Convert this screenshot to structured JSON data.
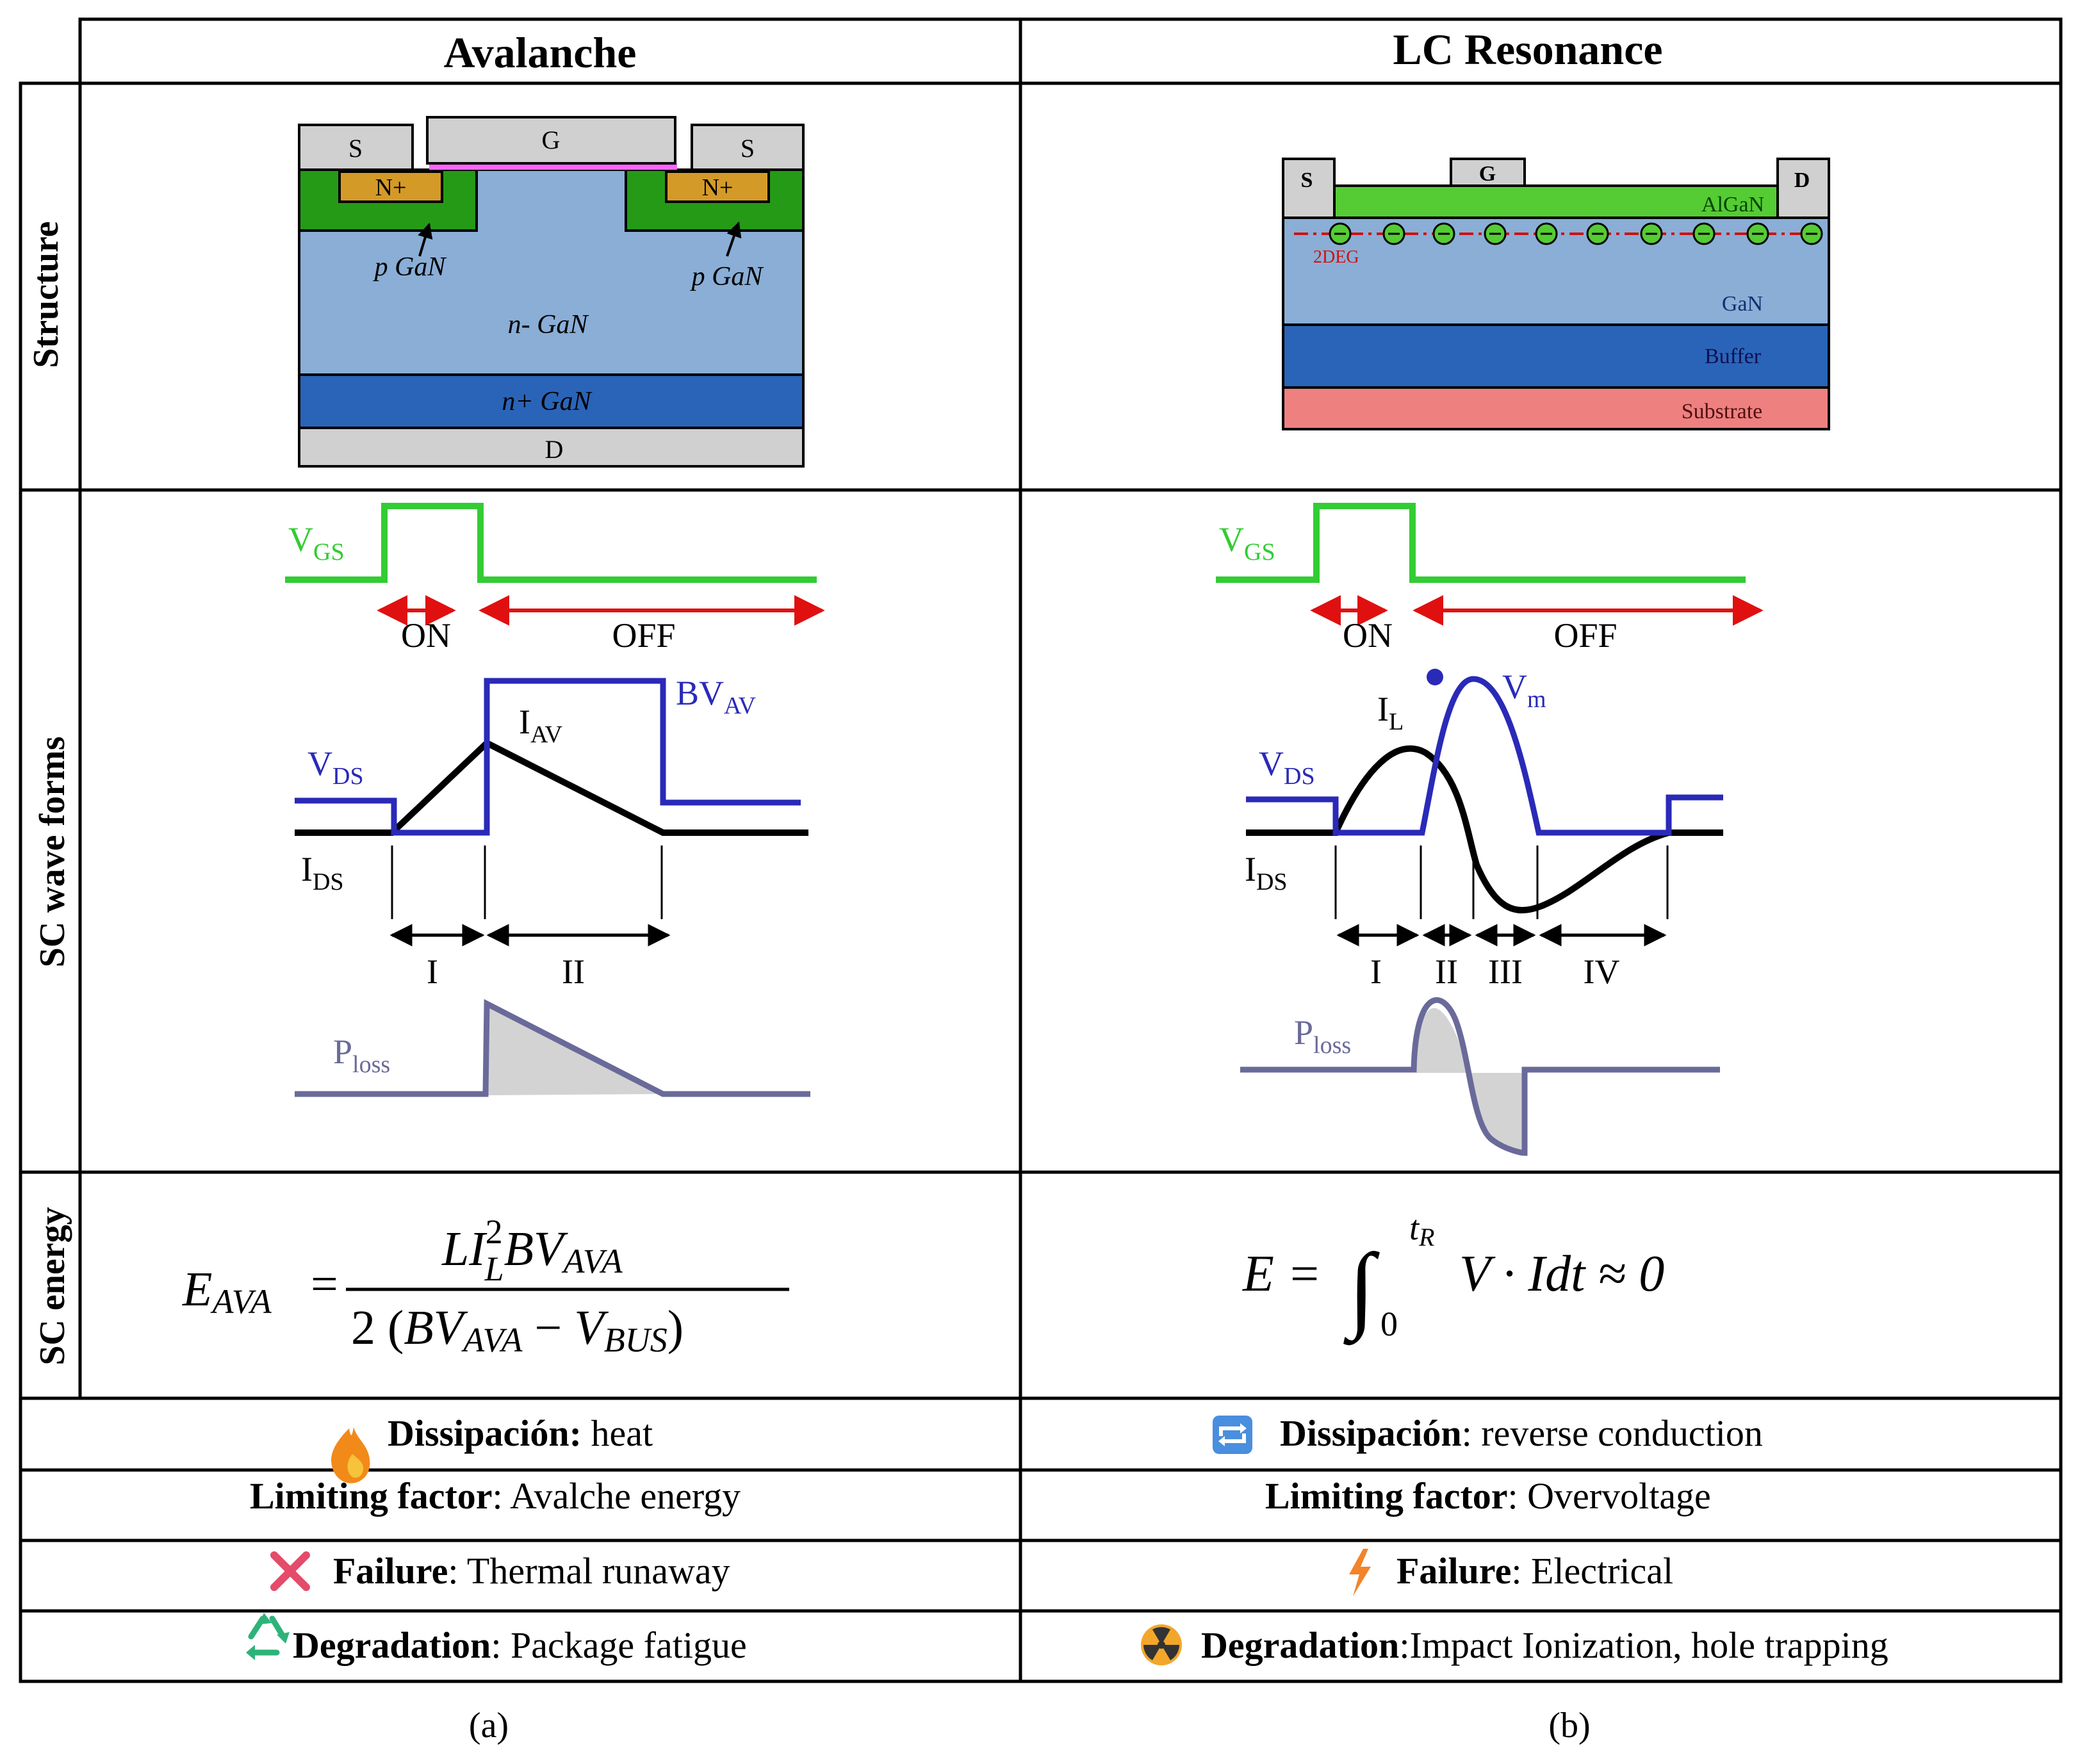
{
  "columns": {
    "a": "Avalanche",
    "b": "LC Resonance"
  },
  "rows": {
    "structure": "Structure",
    "waves": "SC wave forms",
    "energy": "SC energy"
  },
  "structure_a": {
    "s_left": "S",
    "gate": "G",
    "s_right": "S",
    "nplus_left": "N+",
    "nplus_right": "N+",
    "pgan_left": "p GaN",
    "pgan_right": "p GaN",
    "nminus": "n- GaN",
    "nplus_sub": "n+ GaN",
    "drain": "D"
  },
  "structure_b": {
    "source": "S",
    "gate": "G",
    "drain": "D",
    "algan": "AlGaN",
    "twodeg": "2DEG",
    "gan": "GaN",
    "buffer": "Buffer",
    "substrate": "Substrate"
  },
  "waves_a": {
    "vgs": "V",
    "vgs_sub": "GS",
    "on": "ON",
    "off": "OFF",
    "bv": "BV",
    "bv_sub": "AV",
    "iav": "I",
    "iav_sub": "AV",
    "vds": "V",
    "vds_sub": "DS",
    "ids": "I",
    "ids_sub": "DS",
    "interval_1": "I",
    "interval_2": "II",
    "ploss": "P",
    "ploss_sub": "loss"
  },
  "waves_b": {
    "vgs": "V",
    "vgs_sub": "GS",
    "on": "ON",
    "off": "OFF",
    "vm": "V",
    "vm_sub": "m",
    "il": "I",
    "il_sub": "L",
    "vds": "V",
    "vds_sub": "DS",
    "ids": "I",
    "ids_sub": "DS",
    "interval_1": "I",
    "interval_2": "II",
    "interval_3": "III",
    "interval_4": "IV",
    "ploss": "P",
    "ploss_sub": "loss"
  },
  "energy_a": {
    "lhs": "E",
    "lhs_sub": "AVA",
    "num_l": "LI",
    "num_sup": "2",
    "num_sub": "L",
    "num_bv": "BV",
    "num_bv_sub": "AVA",
    "den_2": "2 (",
    "den_bv": "BV",
    "den_bv_sub": "AVA",
    "den_minus": " − ",
    "den_v": "V",
    "den_v_sub": "BUS",
    "den_close": ")"
  },
  "energy_b": {
    "lhs": "E = ",
    "int_upper": "t",
    "int_upper_sub": "R",
    "int_lower": "0",
    "body": "V · Idt ≈ 0"
  },
  "properties_a": [
    {
      "key": "Dissipación:",
      "value": " heat"
    },
    {
      "key": "Limiting factor",
      "value": ": Avalche energy"
    },
    {
      "key": "Failure",
      "value": ": Thermal runaway"
    },
    {
      "key": "Degradation",
      "value": ": Package fatigue"
    }
  ],
  "properties_b": [
    {
      "key": "Dissipación",
      "value": ": reverse conduction"
    },
    {
      "key": "Limiting factor",
      "value": ": Overvoltage"
    },
    {
      "key": "Failure",
      "value": ": Electrical"
    },
    {
      "key": "Degradation",
      "value": ":Impact Ionization, hole trapping"
    }
  ],
  "captions": {
    "a": "(a)",
    "b": "(b)"
  },
  "icons": {
    "a": [
      "fire-icon",
      "cross-icon",
      "recycle-icon"
    ],
    "b": [
      "repeat-icon",
      "lightning-icon",
      "radiation-icon"
    ]
  },
  "colors": {
    "vgs": "#33cc33",
    "vds": "#2a2ab8",
    "ids": "#000000",
    "ploss": "#6a6a9a",
    "arrow": "#e01010",
    "nminus": "#8aaed6",
    "nplus": "#2a64b8",
    "pgan": "#259a17",
    "n_implant": "#d49a28",
    "gate_oxide": "#ff66ff",
    "substrate": "#ee8080",
    "metal": "#d0d0d0"
  }
}
